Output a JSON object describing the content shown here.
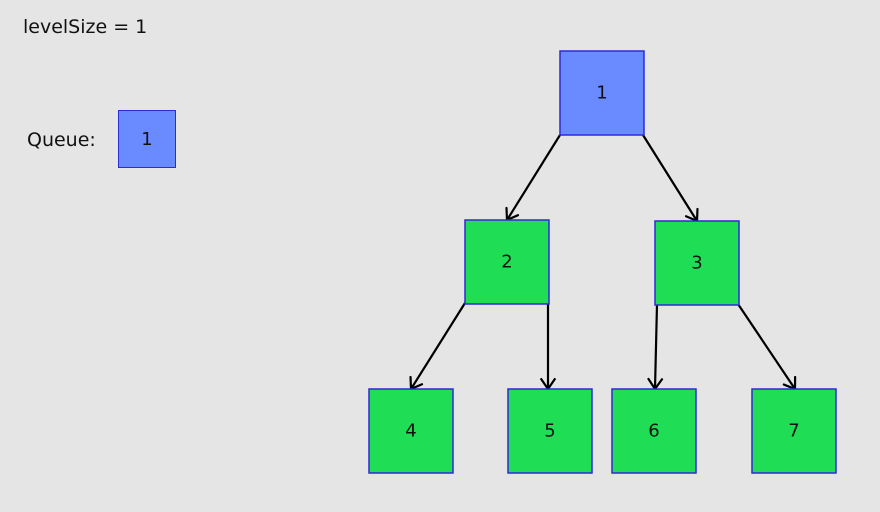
{
  "level_size_text": "levelSize = 1",
  "queue": {
    "label": "Queue:",
    "items": [
      "1"
    ]
  },
  "colors": {
    "background": "#e5e5e5",
    "current_node": "#6a8bff",
    "pending_node": "#1fde55",
    "node_border": "#2e2ad8",
    "edge": "#000000"
  },
  "tree": {
    "nodes": [
      {
        "id": "1",
        "label": "1",
        "state": "current"
      },
      {
        "id": "2",
        "label": "2",
        "state": "pending"
      },
      {
        "id": "3",
        "label": "3",
        "state": "pending"
      },
      {
        "id": "4",
        "label": "4",
        "state": "pending"
      },
      {
        "id": "5",
        "label": "5",
        "state": "pending"
      },
      {
        "id": "6",
        "label": "6",
        "state": "pending"
      },
      {
        "id": "7",
        "label": "7",
        "state": "pending"
      }
    ],
    "edges": [
      {
        "from": "1",
        "to": "2"
      },
      {
        "from": "1",
        "to": "3"
      },
      {
        "from": "2",
        "to": "4"
      },
      {
        "from": "2",
        "to": "5"
      },
      {
        "from": "3",
        "to": "6"
      },
      {
        "from": "3",
        "to": "7"
      }
    ]
  }
}
